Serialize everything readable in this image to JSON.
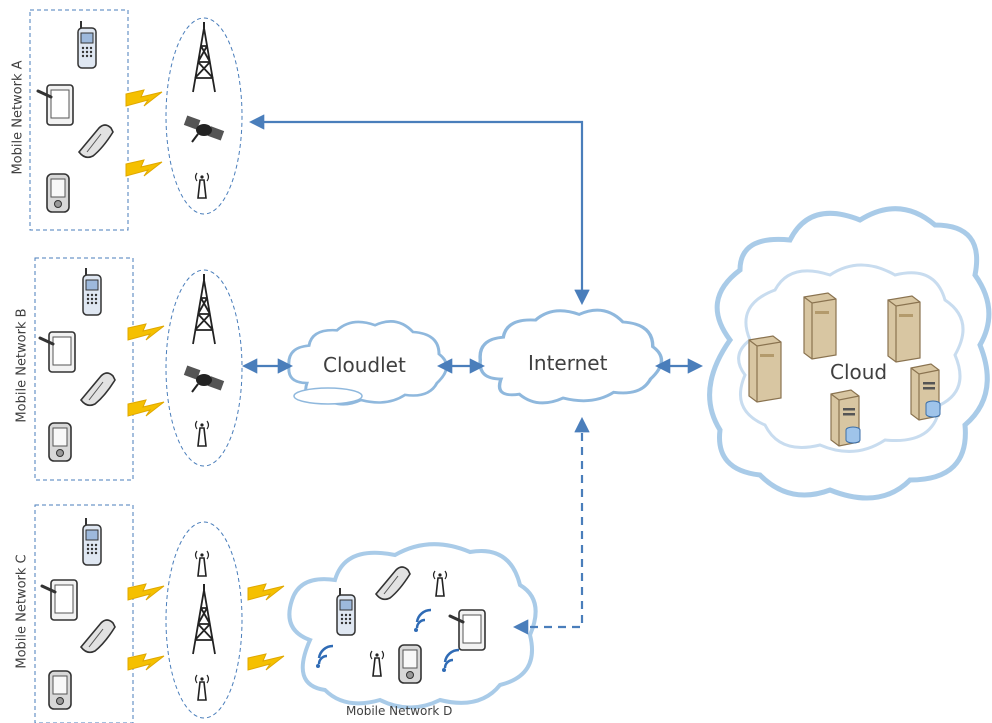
{
  "labels": {
    "network_a": "Mobile Network A",
    "network_b": "Mobile Network B",
    "network_c": "Mobile Network C",
    "network_d": "Mobile Network D",
    "cloudlet": "Cloudlet",
    "internet": "Internet",
    "cloud": "Cloud"
  },
  "colors": {
    "arrow": "#4a7ebb",
    "cloud_stroke": "#8fb8dd",
    "dashed_box": "#4a7ebb",
    "lightning": "#f5c000",
    "server": "#d8c6a2"
  },
  "icons": [
    "phone-icon",
    "tablet-icon",
    "flip-phone-icon",
    "pda-icon",
    "cell-tower-icon",
    "satellite-icon",
    "antenna-icon",
    "wifi-icon",
    "lightning-icon",
    "server-icon",
    "database-icon"
  ]
}
